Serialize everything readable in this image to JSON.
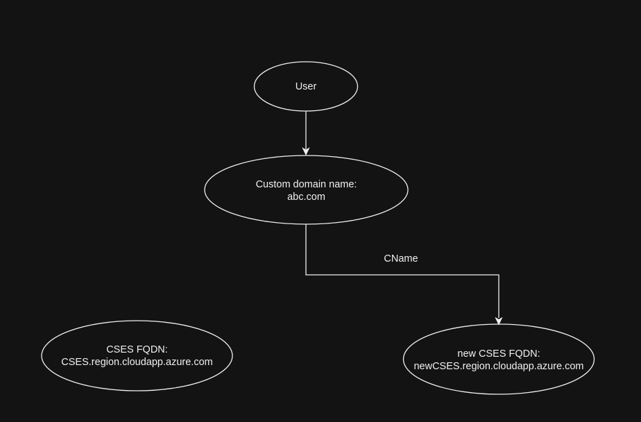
{
  "colors": {
    "background": "#131313",
    "stroke": "#f0f0f0",
    "text": "#f0f0f0"
  },
  "nodes": {
    "user": {
      "line1": "User"
    },
    "custom_domain": {
      "line1": "Custom domain name:",
      "line2": "abc.com"
    },
    "cses_fqdn": {
      "line1": "CSES FQDN:",
      "line2": "CSES.region.cloudapp.azure.com"
    },
    "new_cses_fqdn": {
      "line1": "new CSES FQDN:",
      "line2": "newCSES.region.cloudapp.azure.com"
    }
  },
  "edges": {
    "cname_label": "CName"
  }
}
